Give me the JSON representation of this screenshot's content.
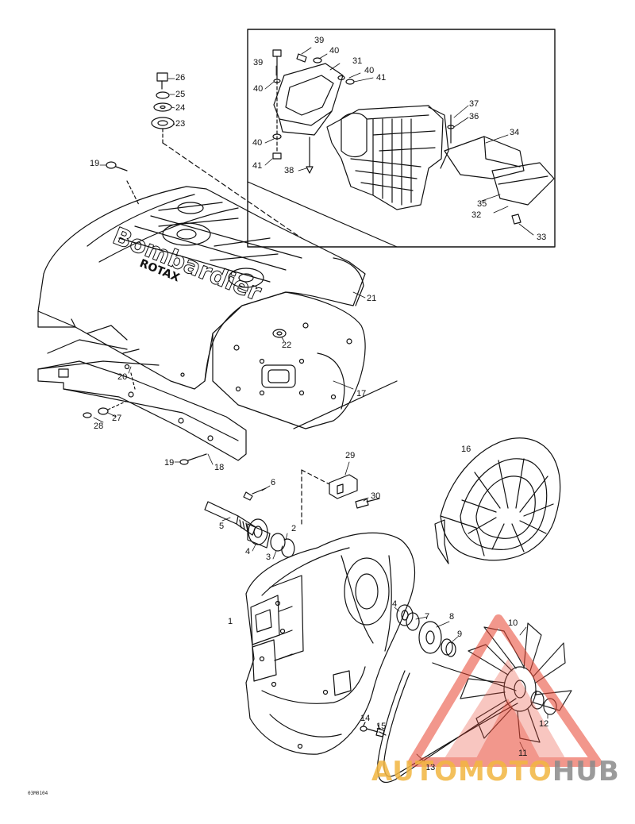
{
  "diagram": {
    "drawing_code": "03M0104",
    "part_labels": {
      "n1": "1",
      "n2": "2",
      "n3": "3",
      "n4a": "4",
      "n4b": "4",
      "n5": "5",
      "n6": "6",
      "n7": "7",
      "n8": "8",
      "n9": "9",
      "n10": "10",
      "n11": "11",
      "n12": "12",
      "n13": "13",
      "n14": "14",
      "n15": "15",
      "n16": "16",
      "n17": "17",
      "n18": "18",
      "n19a": "19",
      "n19b": "19",
      "n20": "20",
      "n21": "21",
      "n22": "22",
      "n23": "23",
      "n24": "24",
      "n25": "25",
      "n26": "26",
      "n27": "27",
      "n28": "28",
      "n29": "29",
      "n30": "30",
      "n31": "31",
      "n32": "32",
      "n33": "33",
      "n34": "34",
      "n35": "35",
      "n36": "36",
      "n37": "37",
      "n38": "38",
      "n39a": "39",
      "n39b": "39",
      "n40a": "40",
      "n40b": "40",
      "n40c": "40",
      "n40d": "40",
      "n41a": "41",
      "n41b": "41"
    },
    "cover_text": {
      "brand": "Bombardier",
      "model": "ROTAX"
    },
    "watermark": {
      "part1": "AUTOMOTO",
      "part2": "HUB",
      "color_accent": "#f2b640",
      "color_gray": "#8a8a8a",
      "color_triangle": "#e8432f"
    }
  }
}
